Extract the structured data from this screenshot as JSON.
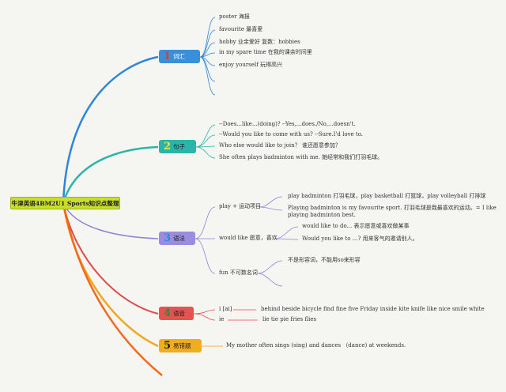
{
  "root": {
    "title": "牛津英语4BM2U1 Sports知识点整理"
  },
  "colors": {
    "vocab": "#2f86d6",
    "sentence": "#2ab5a8",
    "grammar": "#8f82d6",
    "phonics": "#e04a4a",
    "errors": "#f0a81c"
  },
  "topics": {
    "vocab": {
      "number": "1",
      "label": "词汇"
    },
    "sentence": {
      "number": "2",
      "label": "句子"
    },
    "grammar": {
      "number": "3",
      "label": "语法"
    },
    "phonics": {
      "number": "4",
      "label": "语音"
    },
    "errors": {
      "number": "5",
      "label": "易错题"
    }
  },
  "vocab_items": [
    "poster 海报",
    "favourite 最喜爱",
    "hobby 业余爱好 复数：hobbies",
    "in my spare time 在我的课余时间里",
    "enjoy yourself 玩得高兴"
  ],
  "sentence_items": [
    "--Does...like...(doing)? --Yes,...does./No,...doesn't.",
    "--Would you like to come with us? --Sure.I'd love to.",
    "Who else would like to join？ 谁还愿意参加？",
    "She often plays badminton with me. 她经常和我们打羽毛球。"
  ],
  "grammar": {
    "play": {
      "label": "play + 运动项目",
      "items": [
        "play badminton 打羽毛球，play basketball 打篮球，play volleyball 打排球",
        "Playing badminton is my favourite sport. 打羽毛球是我最喜欢的运动。= I like",
        "playing badminton best."
      ]
    },
    "would": {
      "label": "would like 愿意，喜欢",
      "items": [
        "would like to do... 表示愿意或喜欢做某事",
        "Would you like to …? 用来客气的邀请别人。"
      ]
    },
    "fun": {
      "label": "fun 不可数名词",
      "items": [
        "不是形容词，不能用so来形容"
      ]
    }
  },
  "phonics": {
    "rows": [
      {
        "sound": "i [ai]",
        "words": "behind beside bicycle find fine five Friday inside kite knife like nice smile white"
      },
      {
        "sound": "ie",
        "words": "lie tie pie fries flies"
      }
    ]
  },
  "errors": {
    "text": "My mother often sings (sing) and dances （dance) at weekends."
  }
}
